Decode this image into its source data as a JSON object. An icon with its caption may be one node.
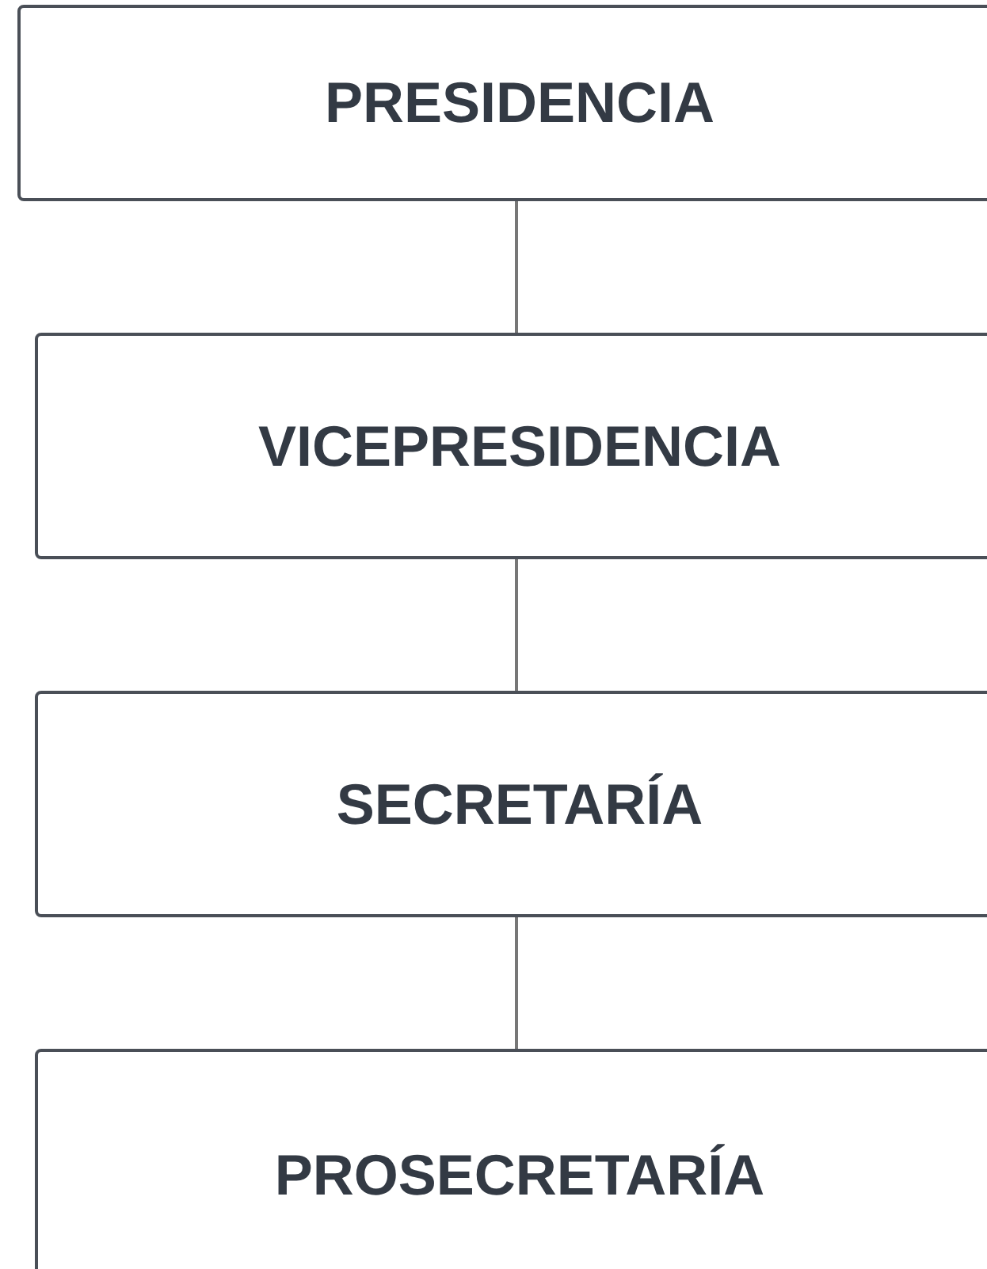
{
  "diagram": {
    "nodes": [
      {
        "text": [
          "PRESIDENCIA"
        ]
      },
      {
        "text": [
          "VICEPRESIDENCIA"
        ]
      },
      {
        "text": [
          "SECRETARÍA"
        ]
      },
      {
        "text": [
          "PROSECRETARÍA"
        ]
      }
    ],
    "edges": [
      {
        "from": 0,
        "to": 1,
        "arrow": "none"
      },
      {
        "from": 1,
        "to": 2,
        "arrow": "none"
      },
      {
        "from": 2,
        "to": 3,
        "arrow": "none"
      }
    ]
  }
}
